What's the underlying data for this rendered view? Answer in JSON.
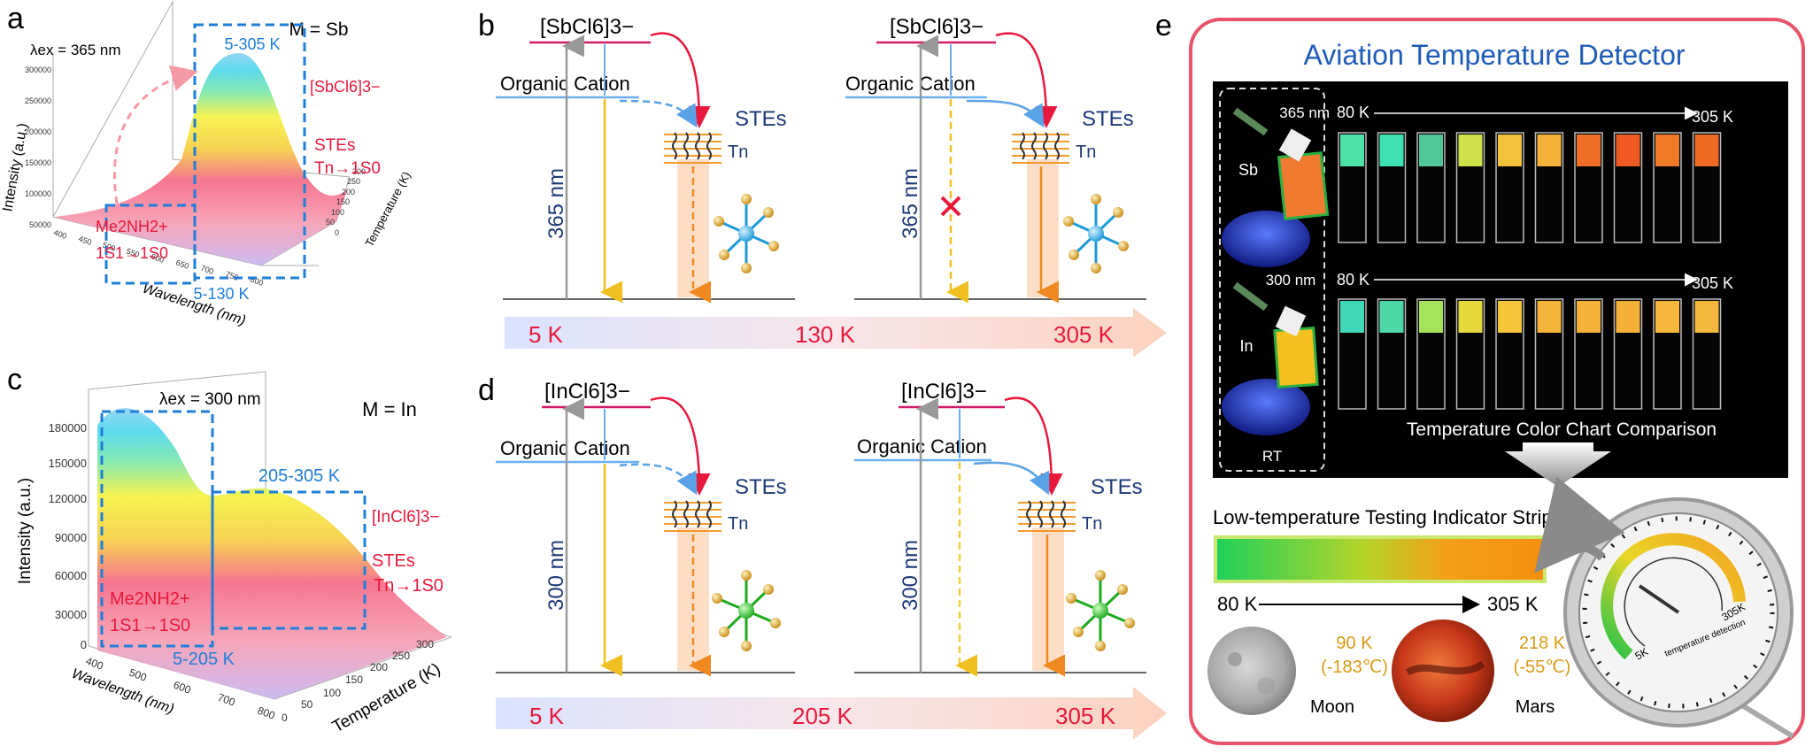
{
  "panel_letters": {
    "a": "a",
    "b": "b",
    "c": "c",
    "d": "d",
    "e": "e"
  },
  "panel_a": {
    "excitation": "λex = 365 nm",
    "metal": "M = Sb",
    "box_high": "5-305 K",
    "box_low": "5-130 K",
    "complex": "[SbCl6]3−",
    "ste": "STEs",
    "ste_transition": "Tn→1S0",
    "cation": "Me2NH2+",
    "cation_transition": "1S1→1S0",
    "y_axis": "Intensity (a.u.)",
    "x_axis": "Wavelength (nm)",
    "z_axis": "Temperature (K)",
    "y_ticks": [
      "300000",
      "250000",
      "200000",
      "150000",
      "100000",
      "50000"
    ],
    "x_ticks": [
      "400",
      "450",
      "500",
      "550",
      "600",
      "650",
      "700",
      "750",
      "800"
    ],
    "z_ticks": [
      "300",
      "250",
      "200",
      "150",
      "100",
      "50",
      "0"
    ]
  },
  "panel_c": {
    "excitation": "λex = 300 nm",
    "metal": "M = In",
    "box_high": "205-305 K",
    "box_low": "5-205 K",
    "complex": "[InCl6]3−",
    "ste": "STEs",
    "ste_transition": "Tn→1S0",
    "cation": "Me2NH2+",
    "cation_transition": "1S1→1S0",
    "y_axis": "Intensity (a.u.)",
    "x_axis": "Wavelength (nm)",
    "z_axis": "Temperature (K)",
    "y_ticks": [
      "180000",
      "150000",
      "120000",
      "90000",
      "60000",
      "30000",
      "0"
    ],
    "x_ticks": [
      "400",
      "500",
      "600",
      "700",
      "800"
    ],
    "z_ticks": [
      "300",
      "250",
      "200",
      "150",
      "100",
      "50",
      "0"
    ]
  },
  "panel_b": {
    "complex": "[SbCl6]3−",
    "cation": "Organic Cation",
    "ste": "STEs",
    "tn": "Tn",
    "excitation": "365 nm",
    "scale": [
      "5 K",
      "130 K",
      "305 K"
    ]
  },
  "panel_d": {
    "complex": "[InCl6]3−",
    "cation": "Organic Cation",
    "ste": "STEs",
    "tn": "Tn",
    "excitation": "300 nm",
    "scale": [
      "5 K",
      "205 K",
      "305 K"
    ]
  },
  "panel_e": {
    "title": "Aviation Temperature Detector",
    "sb_wavelength": "365 nm",
    "in_wavelength": "300 nm",
    "sb": "Sb",
    "in": "In",
    "rt": "RT",
    "range_start": "80 K",
    "range_end": "305 K",
    "chart_caption": "Temperature Color Chart Comparison",
    "strip_title": "Low-temperature Testing Indicator Strip",
    "strip_start": "80 K",
    "strip_end": "305 K",
    "moon_temp": "90 K",
    "moon_c": "(-183℃)",
    "moon": "Moon",
    "mars_temp": "218 K",
    "mars_c": "(-55℃)",
    "mars": "Mars",
    "gauge_low": "5K",
    "gauge_high": "305K",
    "gauge_label": "temperature detection",
    "sb_tubes": [
      "#4de3a8",
      "#3fe0b2",
      "#52c79a",
      "#cfe14a",
      "#f2c23a",
      "#f5b23a",
      "#f0702a",
      "#ef5a22",
      "#f07a28",
      "#ef6a24"
    ],
    "in_tubes": [
      "#3fd9b8",
      "#4ed8a8",
      "#a7e35a",
      "#e6d83a",
      "#f5c53a",
      "#f5b53a",
      "#f6b23a",
      "#f5b03a",
      "#f6b73c",
      "#f4b83e"
    ]
  },
  "colors": {
    "red": "#e8193c",
    "blue": "#1f7fd8",
    "navy": "#1e3a78",
    "orange": "#f39a2a",
    "gold": "#d89a12"
  }
}
